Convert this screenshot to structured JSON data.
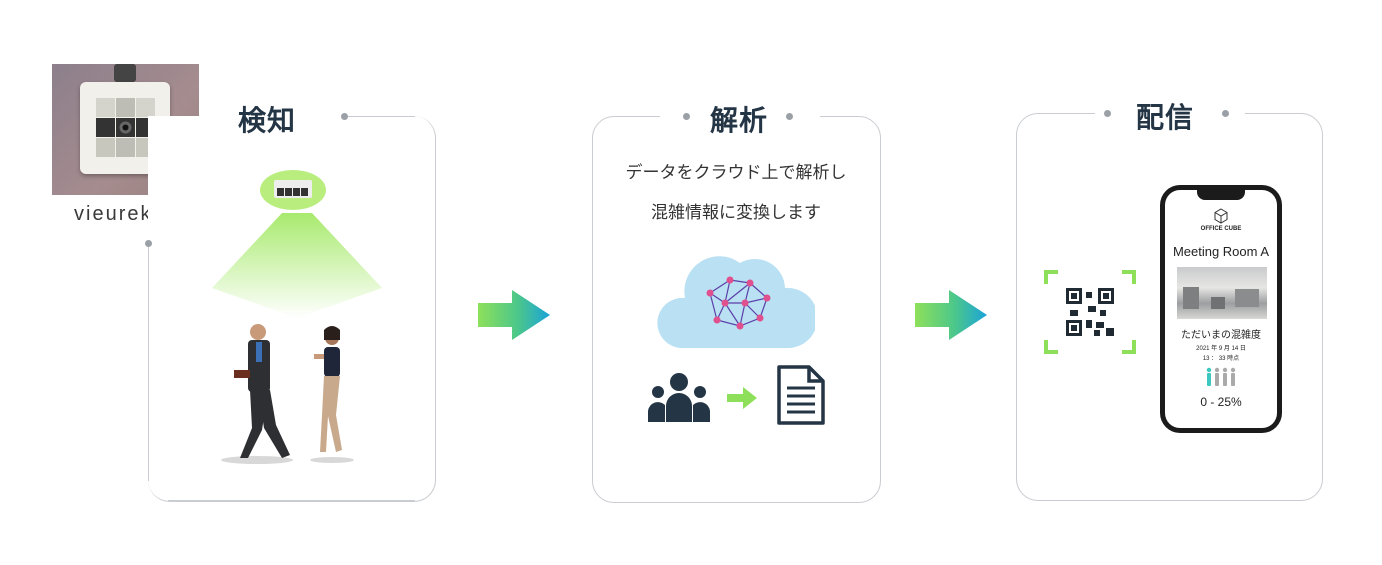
{
  "brand": "vieureka",
  "steps": [
    {
      "title": "検知"
    },
    {
      "title": "解析",
      "desc_line1": "データをクラウド上で解析し",
      "desc_line2": "混雑情報に変換します"
    },
    {
      "title": "配信"
    }
  ],
  "phone": {
    "app_name": "OFFICE CUBE",
    "room": "Meeting Room A",
    "status_label": "ただいまの混雑度",
    "date": "2021 年 9 月 14 日",
    "time": "13 ： 33 時点",
    "level": "0 - 25%"
  },
  "colors": {
    "accent_green": "#8ee05a",
    "accent_blue": "#1aa3d9",
    "text_dark": "#243545"
  }
}
